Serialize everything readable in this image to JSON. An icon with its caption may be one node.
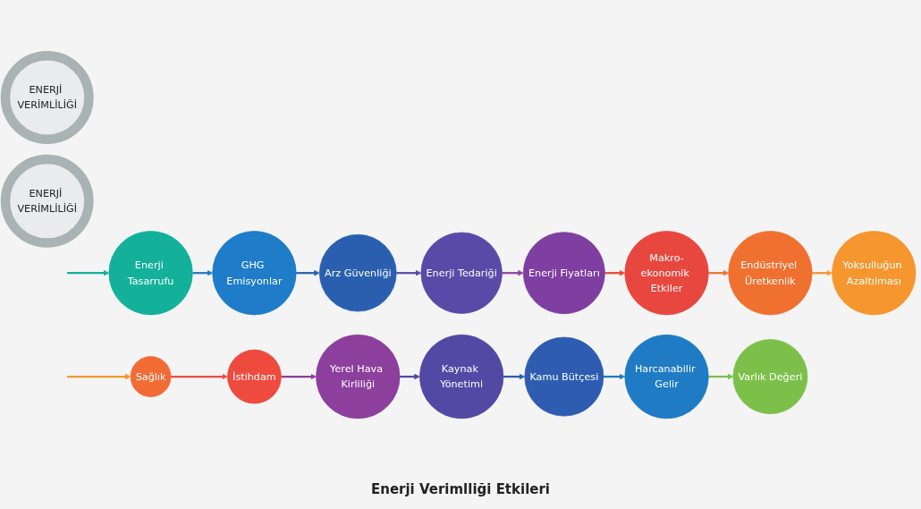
{
  "diagram": {
    "caption": "Enerji Verimlliği Etkileri",
    "nodes": [
      {
        "text": [
          "Enerji Tasarrufu"
        ]
      },
      {
        "text": [
          "GHG Emisyonlar"
        ]
      },
      {
        "text": [
          "Arz Güvenliği"
        ]
      },
      {
        "text": [
          "Enerji Tedariği"
        ]
      },
      {
        "text": [
          "Enerji Fiyatları"
        ]
      },
      {
        "text": [
          "Makro-ekonomik Etkiler"
        ]
      },
      {
        "text": [
          "Endüstriyel Üretkenlik"
        ]
      },
      {
        "text": [
          "Yoksulluğun Azaltılması"
        ]
      },
      {
        "text": [
          "ENERJİ VERİMLİLİĞİ"
        ]
      },
      {
        "text": [
          "Sağlık"
        ]
      },
      {
        "text": [
          "İstihdam"
        ]
      },
      {
        "text": [
          "Yerel Hava Kirliliği"
        ]
      },
      {
        "text": [
          "Kaynak Yönetimi"
        ]
      },
      {
        "text": [
          "Kamu Bütçesi"
        ]
      },
      {
        "text": [
          "Harcanabilir Gelir"
        ]
      },
      {
        "text": [
          "Varlık Değeri"
        ]
      },
      {
        "text": [
          "ENERJİ VERİMLİLİĞİ"
        ]
      }
    ],
    "edges": [
      {
        "from": null,
        "to": 0,
        "arrow": "to",
        "color": "#13b09a"
      },
      {
        "from": 0,
        "to": 1,
        "arrow": "to",
        "color": "#1e7cc8"
      },
      {
        "from": 1,
        "to": 2,
        "arrow": "to",
        "color": "#2a5fb0"
      },
      {
        "from": 2,
        "to": 3,
        "arrow": "to",
        "color": "#5a4aa8"
      },
      {
        "from": 3,
        "to": 4,
        "arrow": "to",
        "color": "#8e44a0"
      },
      {
        "from": 4,
        "to": 5,
        "arrow": "to",
        "color": "#e8473f"
      },
      {
        "from": 5,
        "to": 6,
        "arrow": "to",
        "color": "#f07030"
      },
      {
        "from": 6,
        "to": 7,
        "arrow": "to",
        "color": "#f6962e"
      },
      {
        "from": null,
        "to": 9,
        "arrow": "to",
        "color": "#f6962e"
      },
      {
        "from": 9,
        "to": 10,
        "arrow": "to",
        "color": "#ee4a3e"
      },
      {
        "from": 10,
        "to": 11,
        "arrow": "to",
        "color": "#8c3f9c"
      },
      {
        "from": 11,
        "to": 12,
        "arrow": "to",
        "color": "#5149a3"
      },
      {
        "from": 12,
        "to": 13,
        "arrow": "to",
        "color": "#2d5cb0"
      },
      {
        "from": 13,
        "to": 14,
        "arrow": "to",
        "color": "#1f7bc4"
      },
      {
        "from": 14,
        "to": 15,
        "arrow": "to",
        "color": "#7cc04a"
      }
    ]
  }
}
